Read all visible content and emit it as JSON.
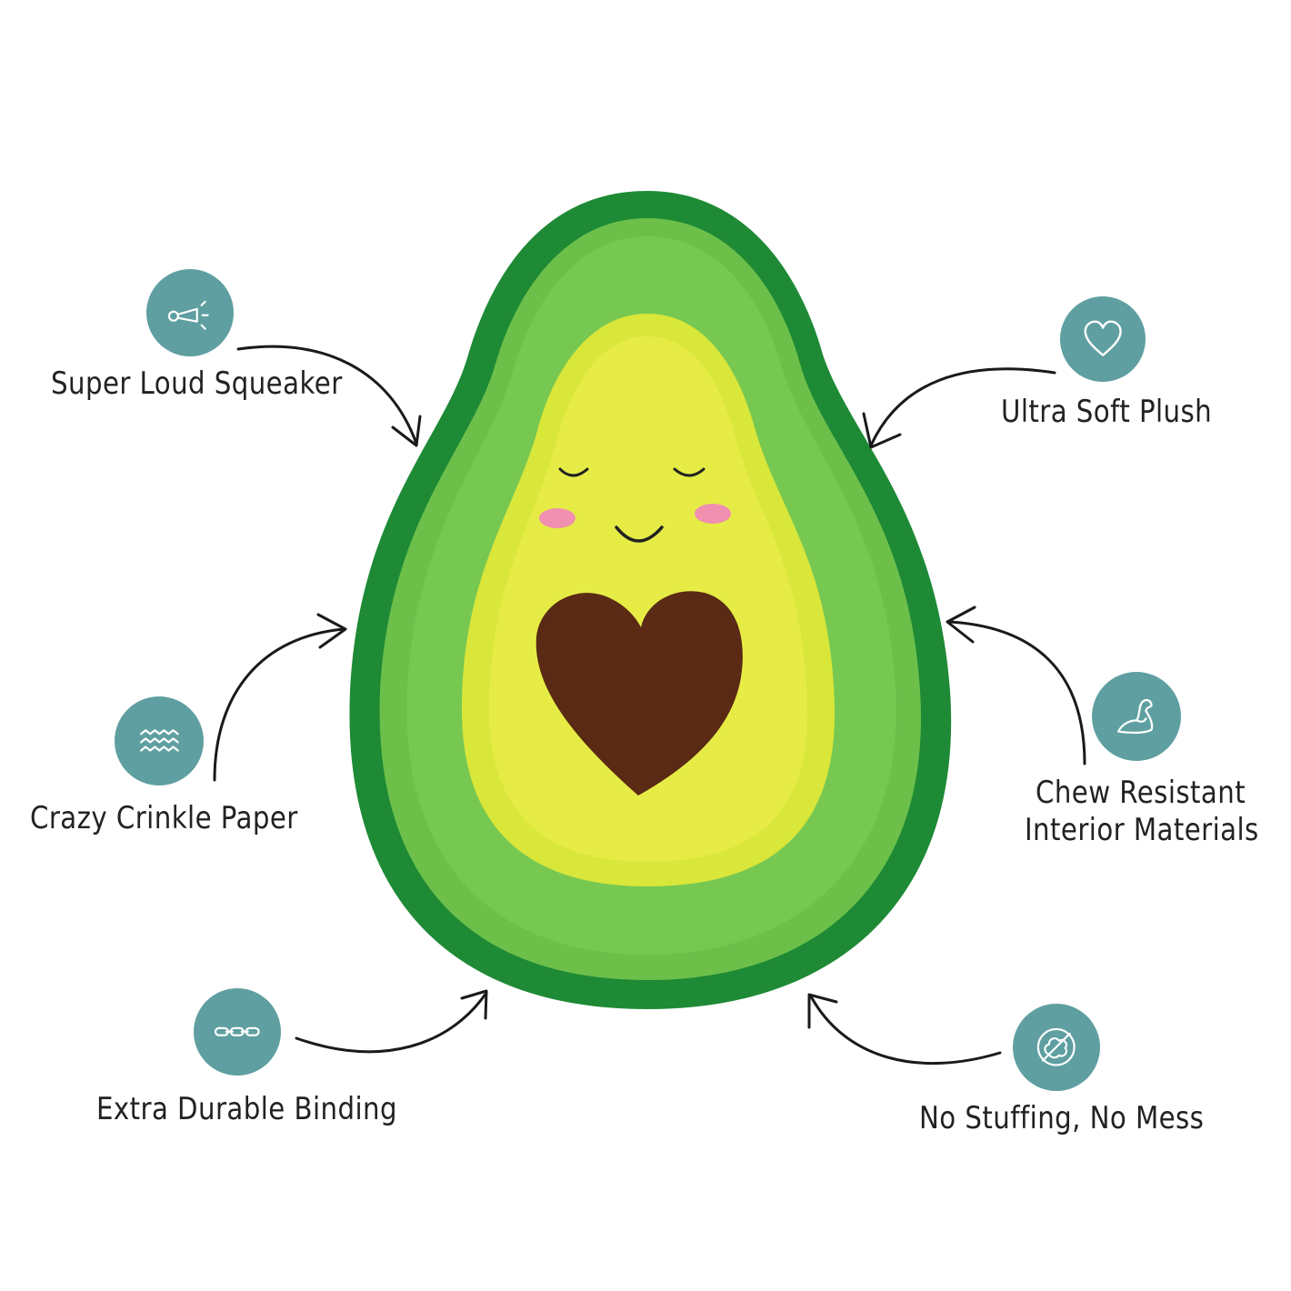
{
  "colors": {
    "teal": "#5f9fa1",
    "avocado_border": "#1e8a35",
    "avocado_skin": "#6cc04a",
    "avocado_flesh": "#d8e83a",
    "avocado_pit": "#5a2a14",
    "cheeks": "#f08fb0"
  },
  "features": [
    {
      "id": "squeaker",
      "label": "Super Loud Squeaker",
      "icon": "horn-icon"
    },
    {
      "id": "plush",
      "label": "Ultra Soft Plush",
      "icon": "heart-icon"
    },
    {
      "id": "crinkle",
      "label": "Crazy Crinkle Paper",
      "icon": "waves-icon"
    },
    {
      "id": "chew",
      "label_line1": "Chew Resistant",
      "label_line2": "Interior Materials",
      "icon": "muscle-icon"
    },
    {
      "id": "binding",
      "label": "Extra Durable Binding",
      "icon": "chain-icon"
    },
    {
      "id": "stuffing",
      "label": "No Stuffing, No Mess",
      "icon": "no-stuffing-icon"
    }
  ]
}
